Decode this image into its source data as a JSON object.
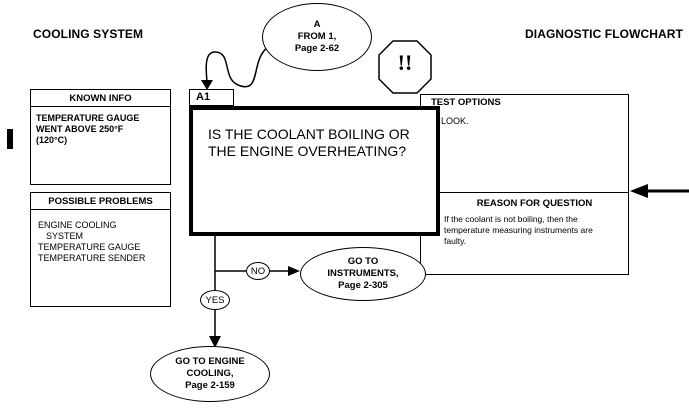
{
  "header": {
    "left_title": "COOLING SYSTEM",
    "right_title": "DIAGNOSTIC FLOWCHART"
  },
  "from_bubble": {
    "line1": "A",
    "line2": "FROM 1,",
    "line3": "Page 2-62"
  },
  "caution_symbol": "!!",
  "step_label": "A1",
  "known_info": {
    "title": "KNOWN INFO",
    "text": "TEMPERATURE GAUGE WENT ABOVE 250°F (120°C)"
  },
  "possible_problems": {
    "title": "POSSIBLE PROBLEMS",
    "items": [
      "ENGINE COOLING",
      "SYSTEM",
      "TEMPERATURE GAUGE",
      "TEMPERATURE SENDER"
    ]
  },
  "question": {
    "line1": "IS THE COOLANT BOILING OR",
    "line2": "THE ENGINE OVERHEATING?"
  },
  "test_options": {
    "title": "TEST OPTIONS",
    "text": "LOOK."
  },
  "reason": {
    "title": "REASON FOR QUESTION",
    "text": "If the coolant is not boiling, then the temperature measuring instruments are faulty."
  },
  "no_branch": {
    "label": "NO",
    "target_line1": "GO TO",
    "target_line2": "INSTRUMENTS,",
    "target_line3": "Page 2-305"
  },
  "yes_branch": {
    "label": "YES",
    "target_line1": "GO TO ENGINE",
    "target_line2": "COOLING,",
    "target_line3": "Page 2-159"
  }
}
